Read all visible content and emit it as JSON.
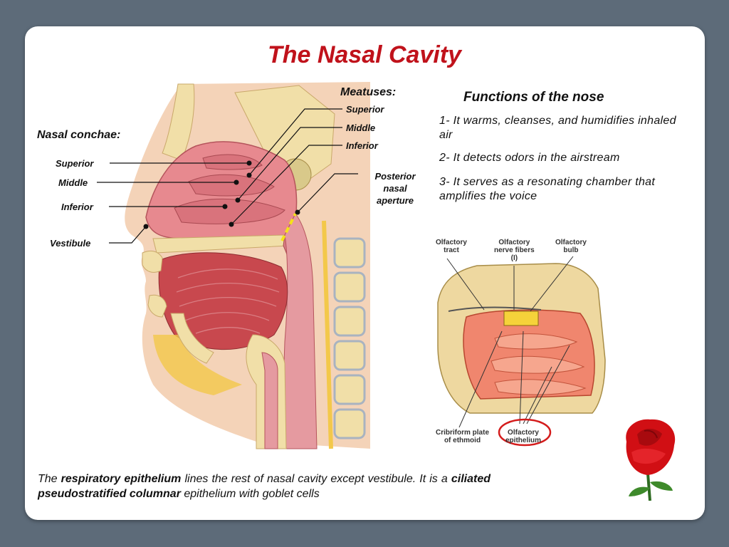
{
  "title": "The Nasal Cavity",
  "meatuses": {
    "heading": "Meatuses:",
    "superior": "Superior",
    "middle": "Middle",
    "inferior": "Inferior"
  },
  "conchae": {
    "heading": "Nasal conchae:",
    "superior": "Superior",
    "middle": "Middle",
    "inferior": "Inferior"
  },
  "vestibule": "Vestibule",
  "posterior_aperture": [
    "Posterior",
    "nasal",
    "aperture"
  ],
  "functions": {
    "heading": "Functions of the nose",
    "items": [
      "1- It warms, cleanses, and humidifies inhaled air",
      "2- It detects odors in the airstream",
      "3- It serves as a resonating chamber that amplifies the voice"
    ]
  },
  "olfactory": {
    "tract": [
      "Olfactory",
      "tract"
    ],
    "nerve_fibers": [
      "Olfactory",
      "nerve fibers",
      "(I)"
    ],
    "bulb": [
      "Olfactory",
      "bulb"
    ],
    "cribriform": [
      "Cribriform plate",
      "of ethmoid"
    ],
    "epithelium": [
      "Olfactory",
      "epithelium"
    ]
  },
  "footer": {
    "part1": "The ",
    "bold1": "respiratory epithelium",
    "part2": " lines the rest of nasal cavity except vestibule. It is a ",
    "bold2": "ciliated pseudostratified columnar",
    "part3": " epithelium with goblet cells"
  },
  "colors": {
    "title": "#c0121b",
    "background": "#5d6b79",
    "mucosa": "#e7898f",
    "bone": "#f1dfa8",
    "fat": "#f3c84a"
  }
}
